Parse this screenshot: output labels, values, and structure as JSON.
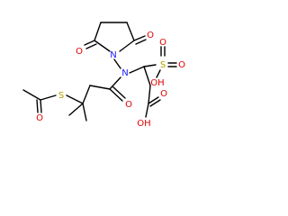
{
  "molecule": {
    "atoms": {
      "o_ring_top": "O",
      "o_ring_bottom": "O",
      "n_ring": "N",
      "n_amide": "N",
      "s_thio": "S",
      "o_acetyl": "O",
      "s_sulfo": "S",
      "o_sulfo_top": "O",
      "o_sulfo_right": "O",
      "oh_sulfo": "OH",
      "o_amide": "O",
      "o_acid": "O",
      "oh_acid": "OH"
    },
    "colors": {
      "carbon_bond": "#000000",
      "oxygen": "#e00000",
      "nitrogen": "#1a1aff",
      "sulfur": "#b8a000"
    }
  }
}
